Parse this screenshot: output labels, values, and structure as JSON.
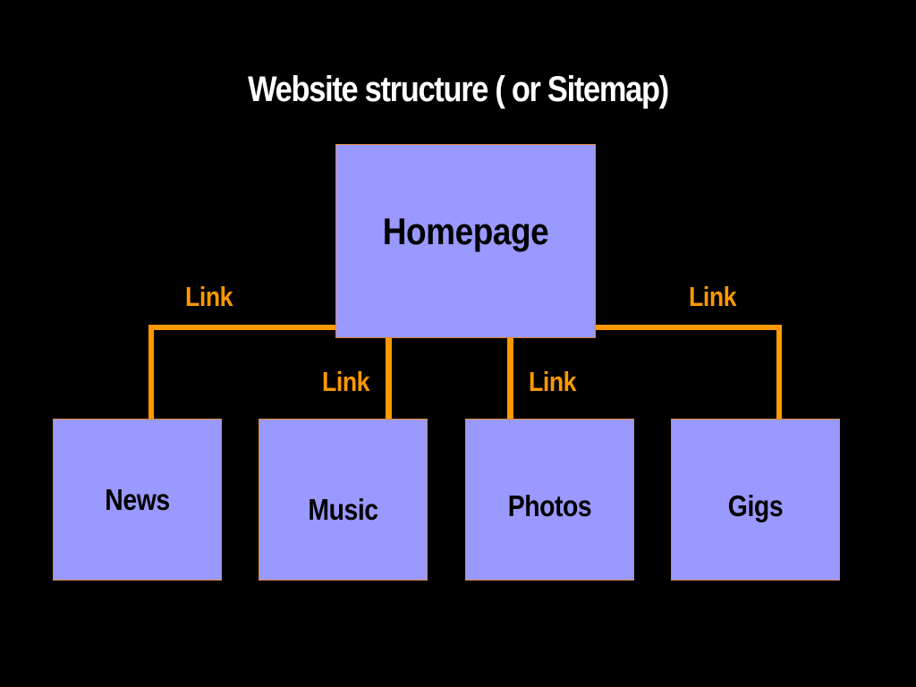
{
  "title": "Website structure ( or Sitemap)",
  "colors": {
    "background": "#000000",
    "node_fill": "#9999ff",
    "node_border": "#e08a3a",
    "connector": "#ff9900",
    "title_text": "#ffffff",
    "node_text": "#000000"
  },
  "root": {
    "label": "Homepage"
  },
  "children": [
    {
      "label": "News"
    },
    {
      "label": "Music"
    },
    {
      "label": "Photos"
    },
    {
      "label": "Gigs"
    }
  ],
  "links": [
    {
      "label": "Link",
      "from": "Homepage",
      "to": "News"
    },
    {
      "label": "Link",
      "from": "Homepage",
      "to": "Music"
    },
    {
      "label": "Link",
      "from": "Homepage",
      "to": "Photos"
    },
    {
      "label": "Link",
      "from": "Homepage",
      "to": "Gigs"
    }
  ]
}
